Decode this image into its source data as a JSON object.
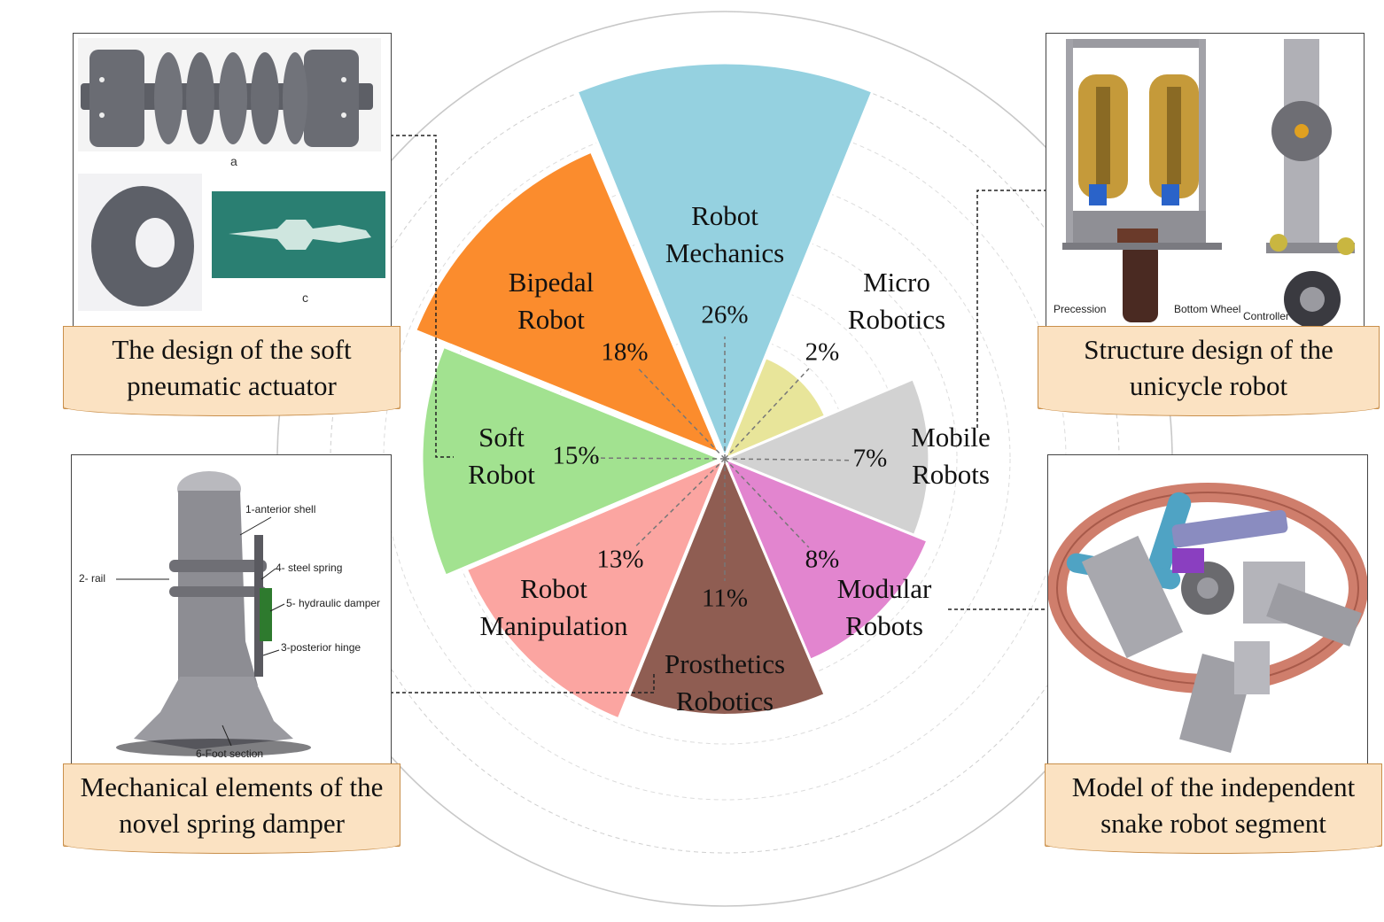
{
  "chart_data": {
    "type": "pie",
    "style": "nightingale-rose",
    "grid": true,
    "categories": [
      "Robot Mechanics",
      "Micro Robotics",
      "Mobile Robots",
      "Modular Robots",
      "Prosthetics Robotics",
      "Robot Manipulation",
      "Soft Robot",
      "Bipedal Robot"
    ],
    "values": [
      26,
      2,
      7,
      8,
      11,
      13,
      15,
      18
    ],
    "value_labels": [
      "26%",
      "2%",
      "7%",
      "8%",
      "11%",
      "13%",
      "15%",
      "18%"
    ],
    "label_lines": [
      [
        "Robot",
        "Mechanics"
      ],
      [
        "Micro",
        "Robotics"
      ],
      [
        "Mobile",
        "Robots"
      ],
      [
        "Modular",
        "Robots"
      ],
      [
        "Prosthetics",
        "Robotics"
      ],
      [
        "Robot",
        "Manipulation"
      ],
      [
        "Soft",
        "Robot"
      ],
      [
        "Bipedal",
        "Robot"
      ]
    ],
    "colors": [
      "#95d1e0",
      "#e8e59a",
      "#d2d2d2",
      "#e285cf",
      "#8f5d52",
      "#fba5a1",
      "#a2e290",
      "#fb8c2d"
    ]
  },
  "panels": {
    "soft_actuator": {
      "caption": "The design of the soft pneumatic actuator",
      "sublabels": [
        "a",
        "c"
      ]
    },
    "unicycle": {
      "caption": "Structure design of the unicycle robot",
      "callouts": [
        "Precession",
        "Bottom Wheel",
        "Controller"
      ]
    },
    "spring_damper": {
      "caption": "Mechanical elements of the novel spring damper",
      "callouts": [
        "1-anterior shell",
        "2- rail",
        "4- steel spring",
        "5- hydraulic damper",
        "3-posterior hinge",
        "6-Foot section"
      ]
    },
    "snake": {
      "caption": "Model of the independent snake robot segment"
    }
  }
}
